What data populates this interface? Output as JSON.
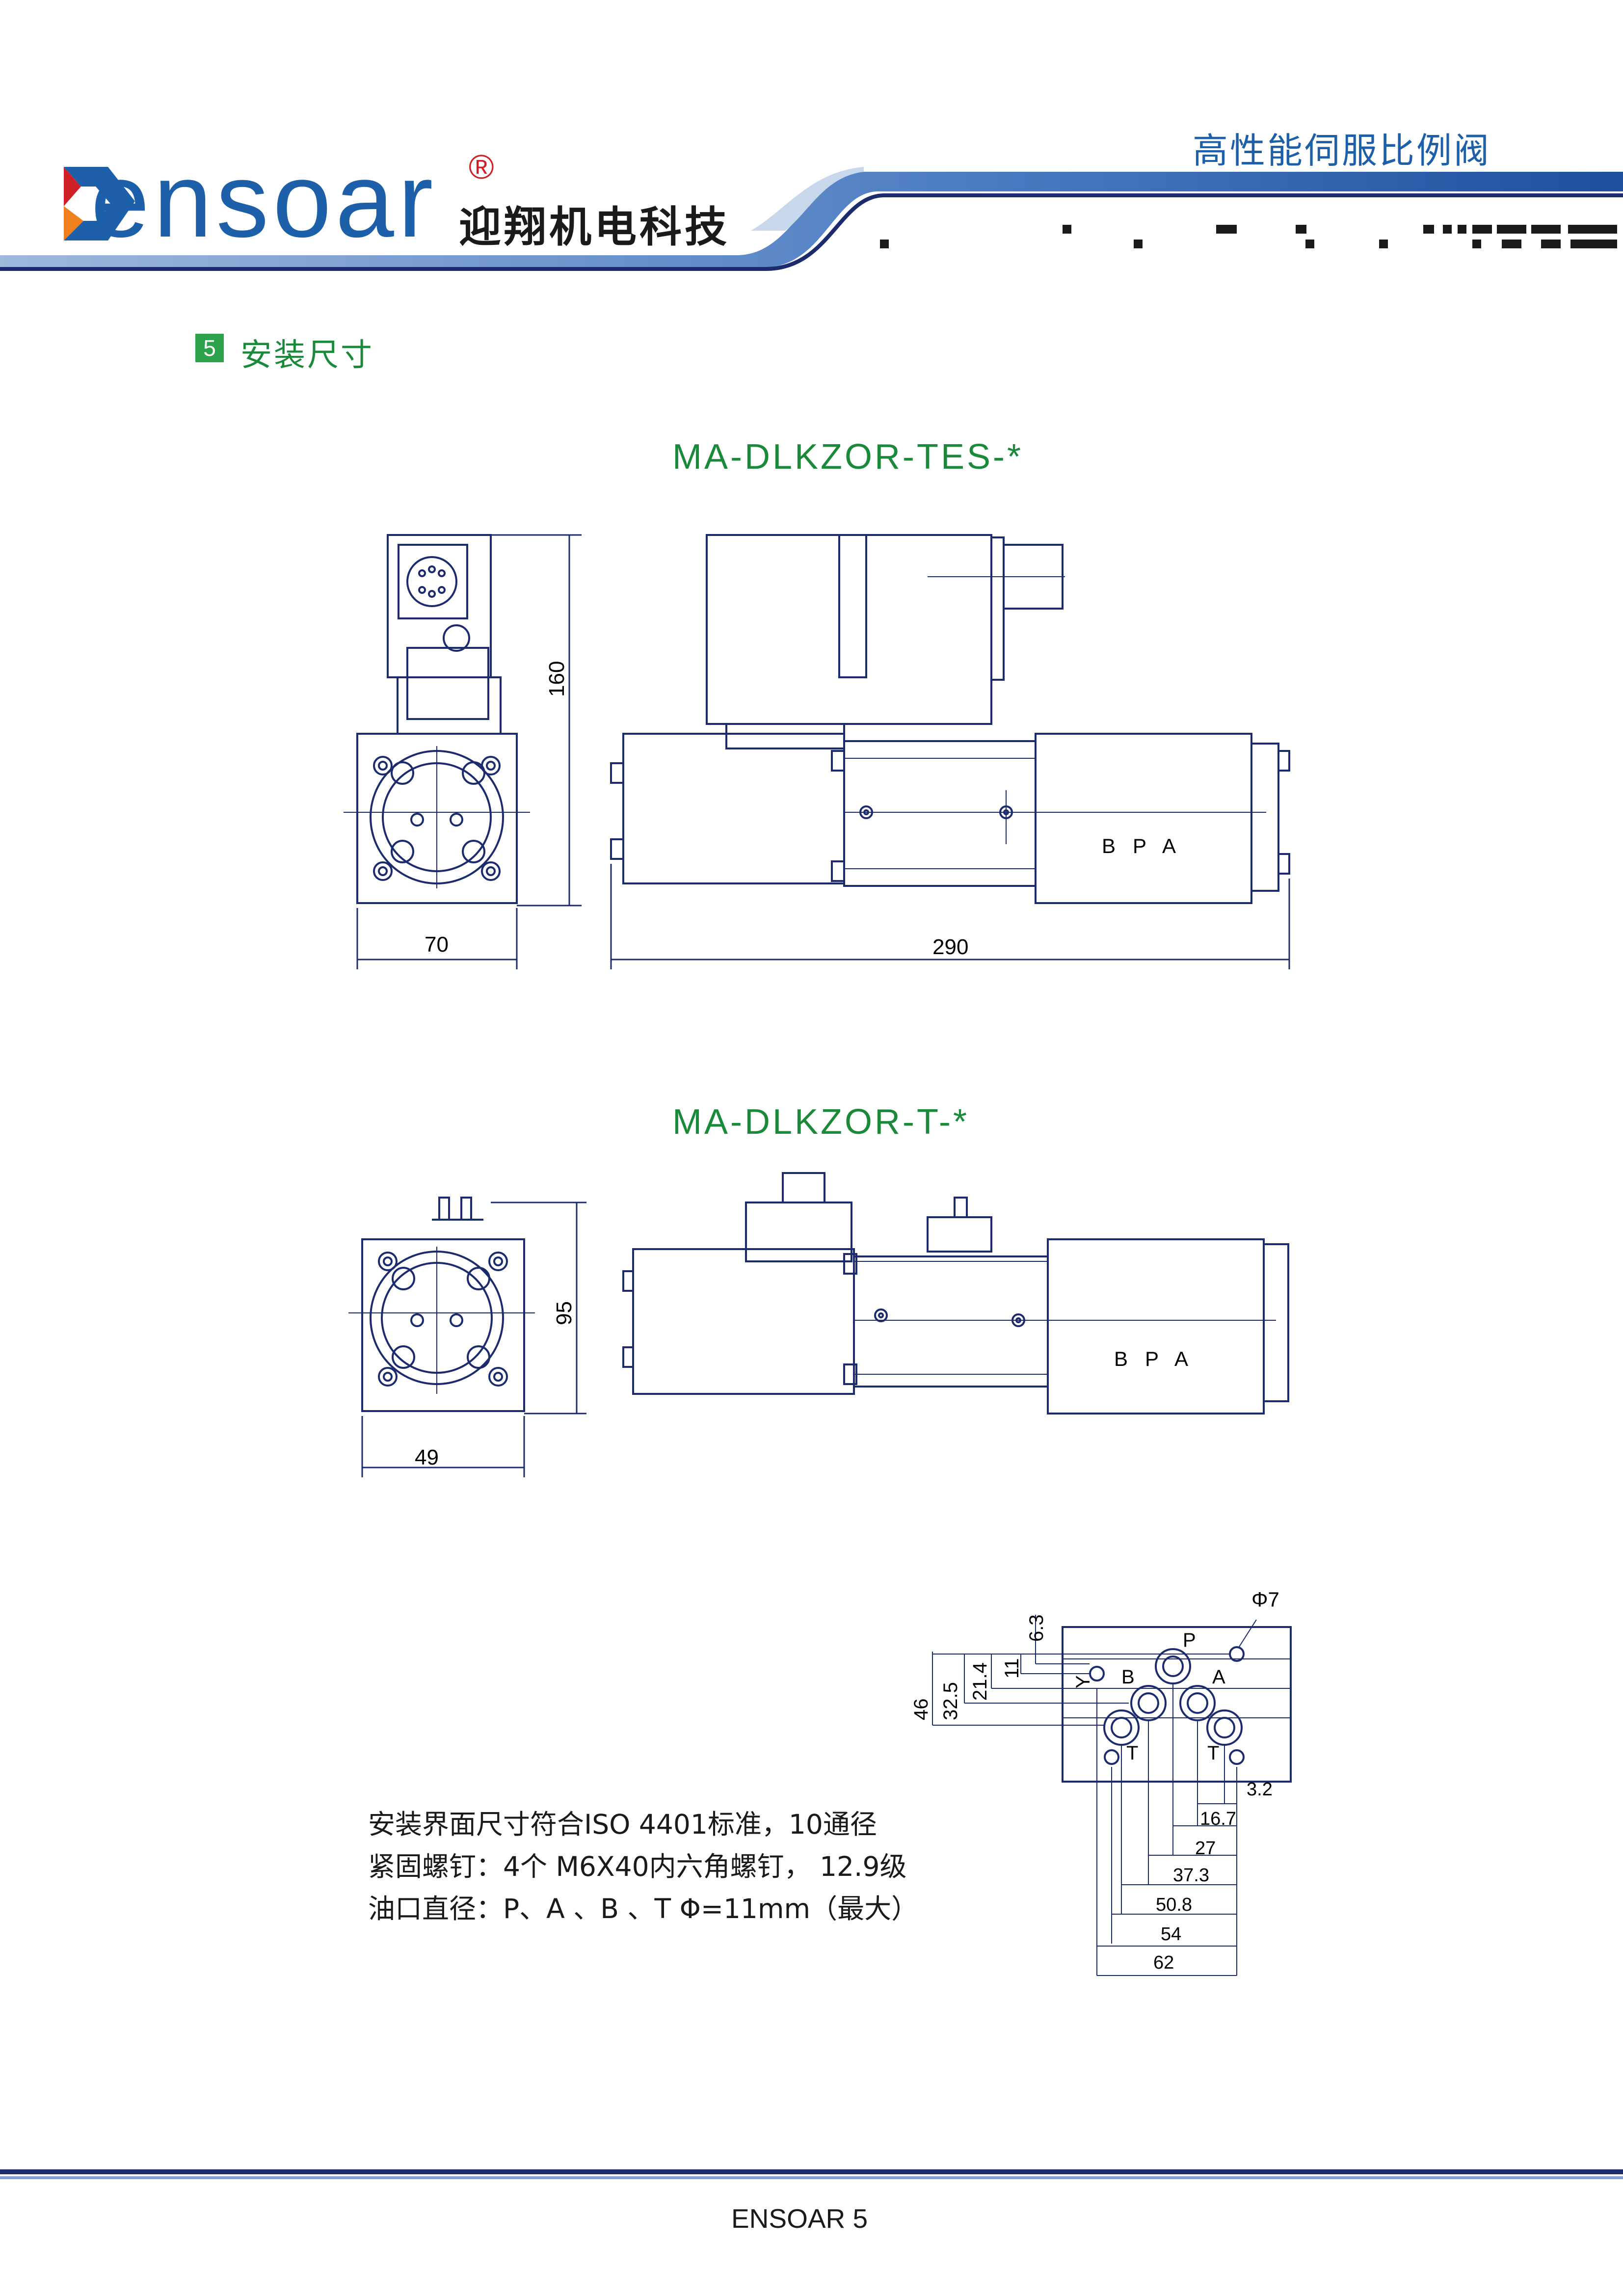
{
  "header": {
    "logo_word": "ensoar",
    "logo_reg": "®",
    "company_cn": "迎翔机电科技",
    "tagline": "高性能伺服比例阀"
  },
  "section": {
    "number": "5",
    "title": "安装尺寸"
  },
  "drawings": {
    "model_1": "MA-DLKZOR-TES-*",
    "model_1_dims": {
      "width": "70",
      "height": "160",
      "length": "290",
      "ports": "B   P   A"
    },
    "model_2": "MA-DLKZOR-T-*",
    "model_2_dims": {
      "width": "49",
      "height": "95",
      "ports": "B   P   A"
    },
    "interface": {
      "dia": "Φ7",
      "vertical": [
        "6.3",
        "11",
        "21.4",
        "32.5",
        "46"
      ],
      "horizontal": [
        "3.2",
        "16.7",
        "27",
        "37.3",
        "50.8",
        "54",
        "62"
      ],
      "ports": [
        "P",
        "B",
        "A",
        "Y",
        "T",
        "T"
      ]
    }
  },
  "notes": [
    "安装界面尺寸符合ISO 4401标准，10通径",
    "紧固螺钉：4个 M6X40内六角螺钉， 12.9级",
    "油口直径：P、A 、B 、T  Φ=11mm（最大）"
  ],
  "footer": {
    "text": "ENSOAR  5"
  },
  "colors": {
    "brand_blue": "#1d5fa8",
    "accent_red": "#cf2027",
    "dim_green": "#1a8a3a",
    "line_navy": "#1c2a6e"
  }
}
